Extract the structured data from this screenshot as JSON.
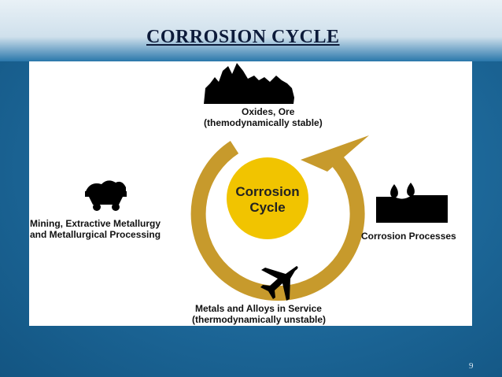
{
  "slide": {
    "title": "CORROSION CYCLE",
    "page_number": "9"
  },
  "diagram": {
    "center_line1": "Corrosion",
    "center_line2": "Cycle",
    "top_line1": "Oxides, Ore",
    "top_line2": "(themodynamically stable)",
    "left_line1": "Mining, Extractive Metallurgy",
    "left_line2": "and Metallurgical Processing",
    "right_label": "Corrosion Processes",
    "bottom_line1": "Metals and Alloys in Service",
    "bottom_line2": "(thermodynamically unstable)",
    "colors": {
      "cycle_arrow": "#c79a2c",
      "center_circle": "#f1c400",
      "icons": "#000000",
      "panel": "#ffffff"
    },
    "icons": [
      "ore-pile-icon",
      "mine-cart-icon",
      "water-drops-icon",
      "airplane-icon"
    ]
  }
}
